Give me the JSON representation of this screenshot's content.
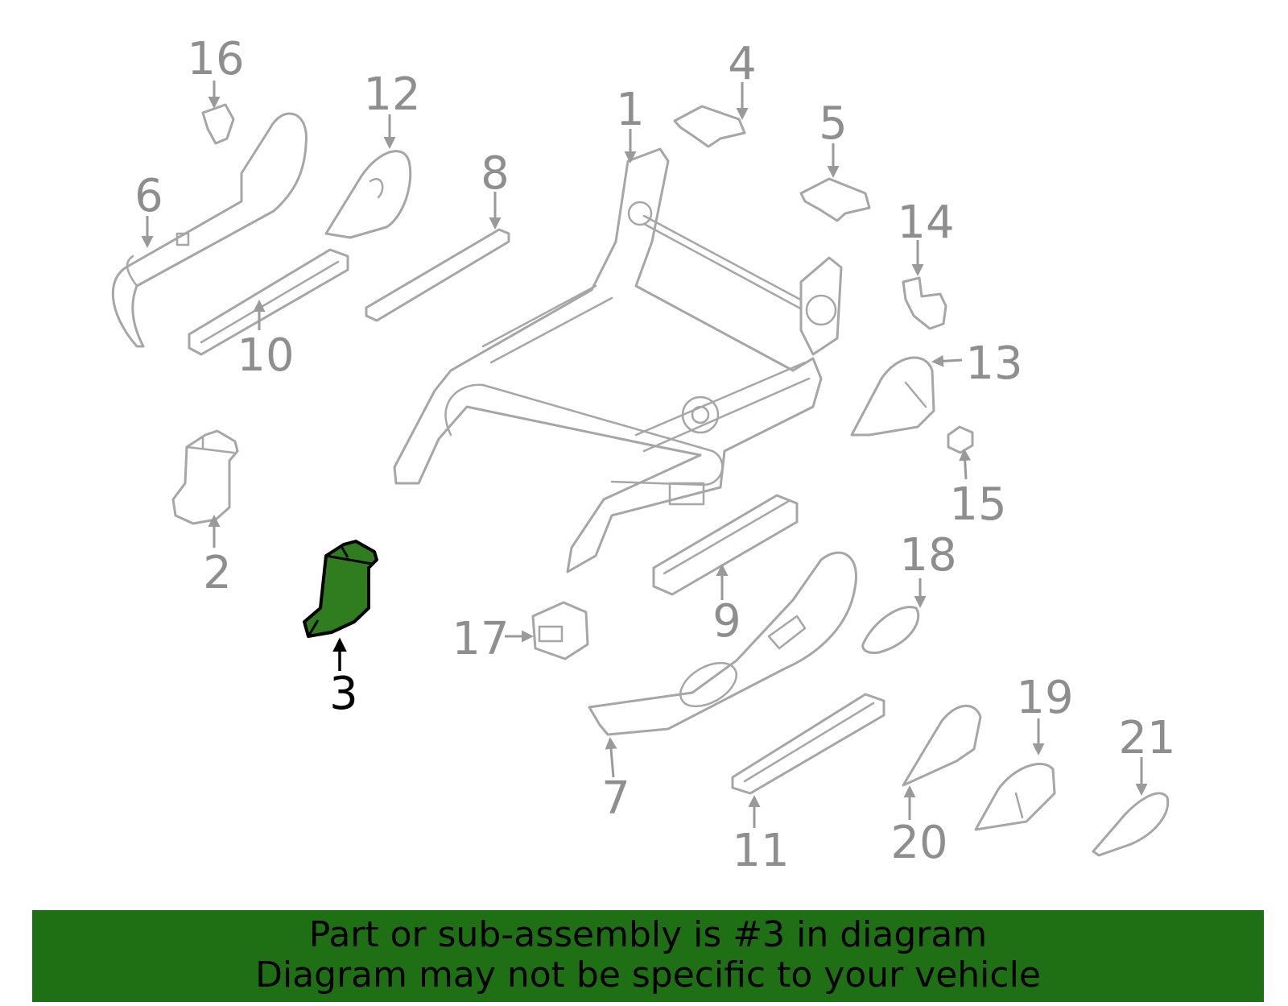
{
  "callouts": [
    "1",
    "2",
    "3",
    "4",
    "5",
    "6",
    "7",
    "8",
    "9",
    "10",
    "11",
    "12",
    "13",
    "14",
    "15",
    "16",
    "17",
    "18",
    "19",
    "20",
    "21"
  ],
  "highlighted_part": "3",
  "colors": {
    "highlight_fill": "#2f7d1e",
    "banner": "#1f6f14",
    "part_stroke": "#a6a6a6"
  },
  "banner": {
    "line1": "Part or sub-assembly is #3 in diagram",
    "line2": "Diagram may not be specific to your vehicle"
  }
}
